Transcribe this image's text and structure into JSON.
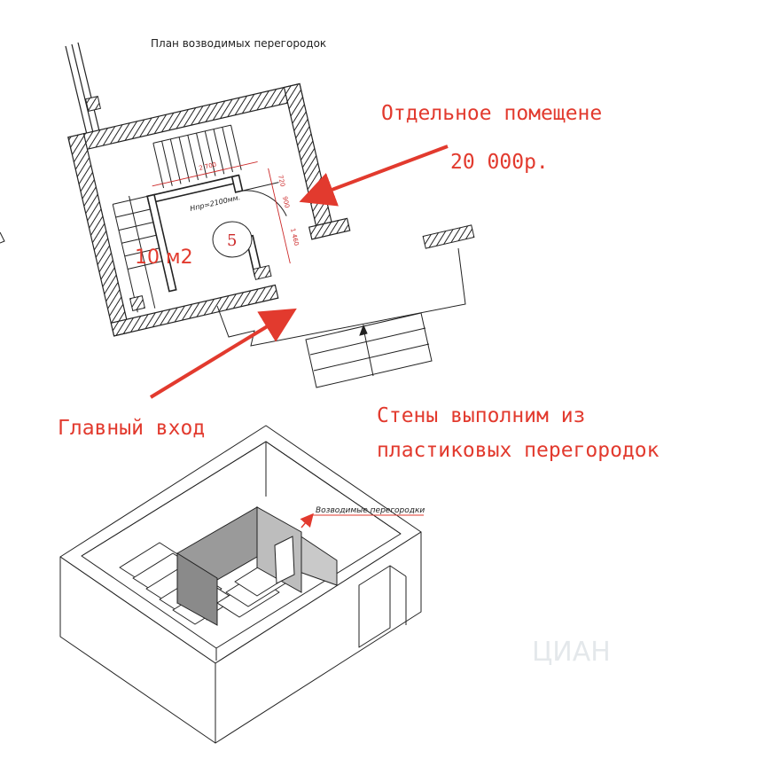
{
  "plan": {
    "title": "План возводимых перегородок",
    "dim_top": "2 700",
    "dim_right_a": "720",
    "dim_right_b": "900",
    "dim_right_c": "1 460",
    "height_note": "Hпр=2100мм.",
    "room_number": "5",
    "area": "10 м2"
  },
  "annotations": {
    "separate_room": "Отдельное помещене",
    "price": "20 000р.",
    "main_entrance": "Главный вход",
    "walls_line1": "Стены выполним из",
    "walls_line2": "пластиковых перегородок"
  },
  "iso": {
    "label": "Возводимые перегородки"
  },
  "watermark": "ЦИАН",
  "colors": {
    "accent_red": "#e23a2e",
    "line": "#222222",
    "partition_gray": "#9a9a9a"
  }
}
